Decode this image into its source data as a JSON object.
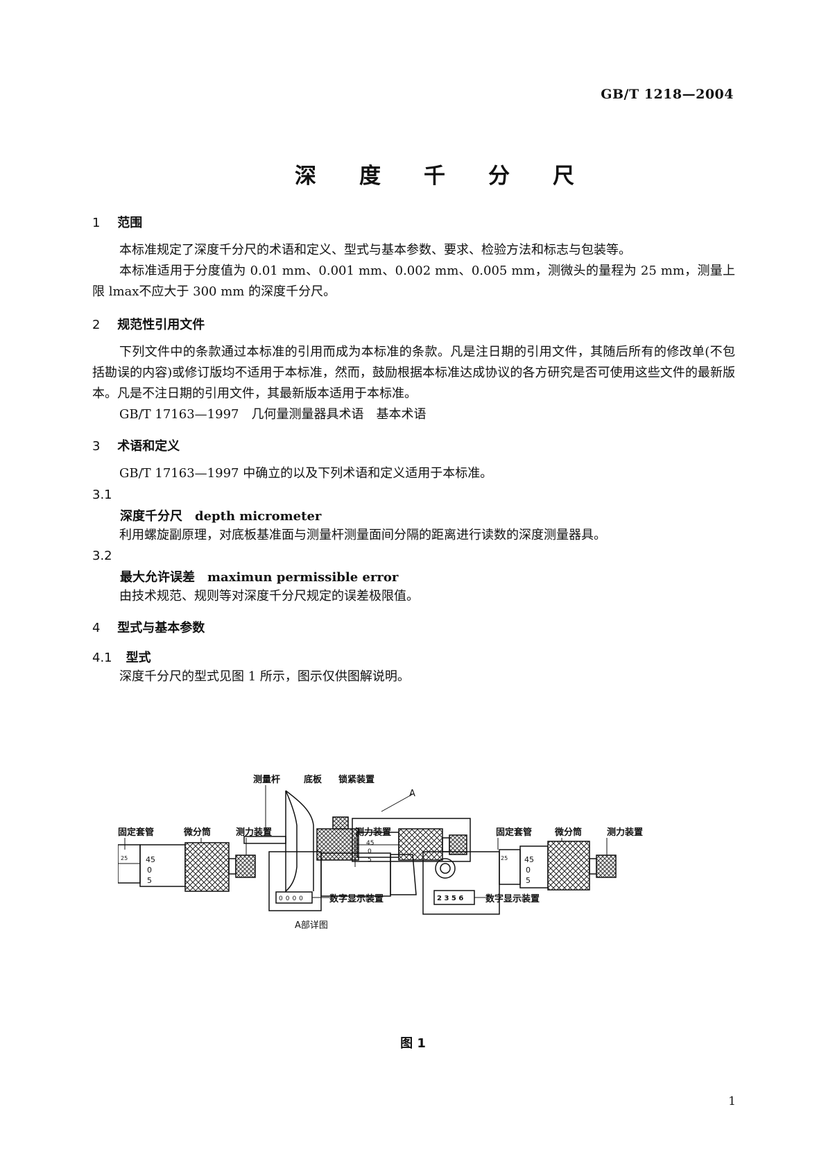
{
  "header": {
    "standard_code": "GB/T 1218—2004"
  },
  "title": "深度千分尺",
  "sections": {
    "s1": {
      "num": "1",
      "title": "范围",
      "p1": "本标准规定了深度千分尺的术语和定义、型式与基本参数、要求、检验方法和标志与包装等。",
      "p2": "本标准适用于分度值为 0.01 mm、0.001 mm、0.002 mm、0.005 mm，测微头的量程为 25 mm，测量上限 lmax不应大于 300 mm 的深度千分尺。"
    },
    "s2": {
      "num": "2",
      "title": "规范性引用文件",
      "p1": "下列文件中的条款通过本标准的引用而成为本标准的条款。凡是注日期的引用文件，其随后所有的修改单(不包括勘误的内容)或修订版均不适用于本标准，然而，鼓励根据本标准达成协议的各方研究是否可使用这些文件的最新版本。凡是不注日期的引用文件，其最新版本适用于本标准。",
      "ref": "GB/T 17163—1997　几何量测量器具术语　基本术语"
    },
    "s3": {
      "num": "3",
      "title": "术语和定义",
      "p1": "GB/T 17163—1997 中确立的以及下列术语和定义适用于本标准。",
      "t1": {
        "num": "3.1",
        "zh": "深度千分尺",
        "en": "depth micrometer",
        "def": "利用螺旋副原理，对底板基准面与测量杆测量面间分隔的距离进行读数的深度测量器具。"
      },
      "t2": {
        "num": "3.2",
        "zh": "最大允许误差",
        "en": "maximun permissible error",
        "def": "由技术规范、规则等对深度千分尺规定的误差极限值。"
      }
    },
    "s4": {
      "num": "4",
      "title": "型式与基本参数",
      "sub": {
        "num": "4.1",
        "title": "型式",
        "p1": "深度千分尺的型式见图 1 所示，图示仅供图解说明。"
      }
    }
  },
  "figure": {
    "labels": {
      "rod": "测量杆",
      "base": "底板",
      "lock": "锁紧装置",
      "detail_mark": "A",
      "sleeve": "固定套管",
      "thimble": "微分筒",
      "ratchet": "测力装置",
      "digital": "数字显示装置",
      "detail_caption": "A部详图"
    },
    "scale": {
      "s25": "25",
      "s45": "45",
      "s0": "0",
      "s5": "5"
    },
    "digits": "2 3 5 6",
    "caption": "图 1"
  },
  "footer": {
    "page_number": "1"
  }
}
